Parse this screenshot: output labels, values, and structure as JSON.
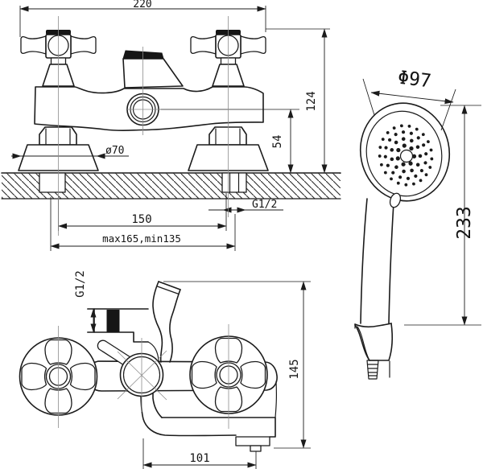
{
  "front_view": {
    "name": "wall-mounted shower mixer front view",
    "dim_overall_width": "220",
    "dim_overall_height": "124",
    "dim_outlet_height": "54",
    "dim_flange_diameter": "ø70",
    "dim_thread": "G1/2",
    "dim_hole_centers": "150",
    "dim_centers_range": "max165,min135"
  },
  "bottom_view": {
    "name": "bath mixer with spout view",
    "dim_thread": "G1/2",
    "dim_overall_height": "145",
    "dim_spout_reach": "101"
  },
  "hand_shower": {
    "name": "hand shower",
    "dim_head_diameter": "Φ97",
    "dim_length": "233"
  },
  "colors": {
    "line": "#1b1b1b",
    "background": "#ffffff"
  }
}
